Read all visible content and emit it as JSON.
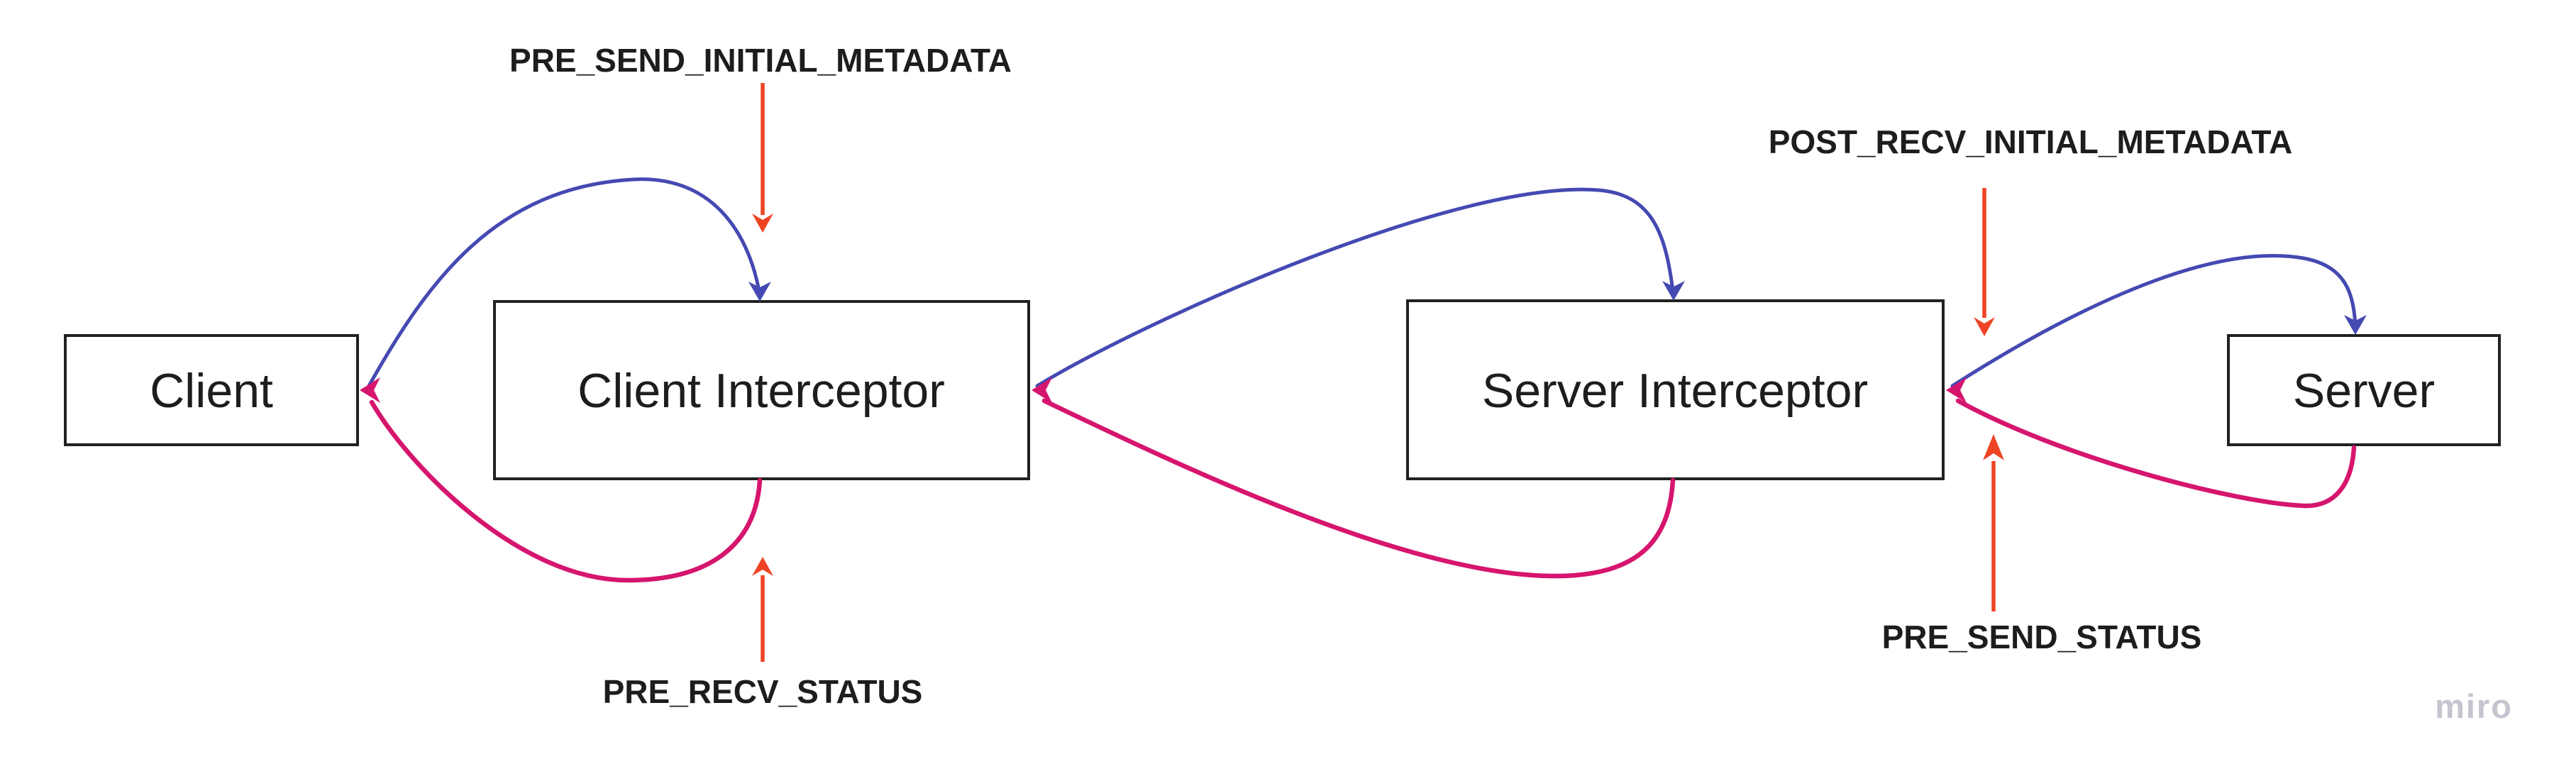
{
  "page": {
    "background": "#ffffff"
  },
  "diagram": {
    "colors": {
      "request_path": "#4549b2",
      "response_path": "#d6156e",
      "annotation": "#ee4424",
      "border": "#212121",
      "text": "#1d1d1d",
      "watermark": "#c6c5cf",
      "background": "#ffffff"
    },
    "nodes": [
      {
        "label": "Client"
      },
      {
        "label": "Client Interceptor"
      },
      {
        "label": "Server Interceptor"
      },
      {
        "label": "Server"
      }
    ],
    "interception_points": [
      {
        "label": "PRE_SEND_INITIAL_METADATA",
        "arrow_direction": "down",
        "points_at": "top of Client Interceptor"
      },
      {
        "label": "PRE_RECV_STATUS",
        "arrow_direction": "up",
        "points_at": "bottom of Client Interceptor"
      },
      {
        "label": "POST_RECV_INITIAL_METADATA",
        "arrow_direction": "down",
        "points_at": "right edge of Server Interceptor"
      },
      {
        "label": "PRE_SEND_STATUS",
        "arrow_direction": "up",
        "points_at": "right edge of Server Interceptor"
      }
    ],
    "edges": [
      {
        "from": "Client",
        "to": "Client Interceptor",
        "path": "request",
        "shape": "arc over top"
      },
      {
        "from": "Client Interceptor",
        "to": "Server Interceptor",
        "path": "request",
        "shape": "arc over top"
      },
      {
        "from": "Server Interceptor",
        "to": "Server",
        "path": "request",
        "shape": "arc over top"
      },
      {
        "from": "Client Interceptor",
        "to": "Client",
        "path": "response",
        "shape": "loop under bottom"
      },
      {
        "from": "Server Interceptor",
        "to": "Client Interceptor",
        "path": "response",
        "shape": "loop under bottom"
      },
      {
        "from": "Server",
        "to": "Server Interceptor",
        "path": "response",
        "shape": "loop under bottom"
      }
    ]
  },
  "watermark": {
    "label": "miro"
  }
}
